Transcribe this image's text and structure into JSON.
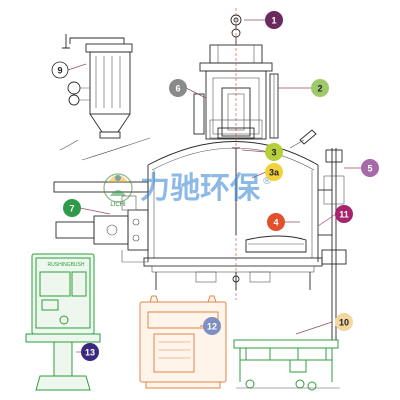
{
  "callouts": [
    {
      "id": "1",
      "label": "1",
      "color": "#6a2a5e"
    },
    {
      "id": "2",
      "label": "2",
      "color": "#9ec86a"
    },
    {
      "id": "3",
      "label": "3",
      "color": "#b6cf3a"
    },
    {
      "id": "3a",
      "label": "3a",
      "color": "#f2d23a"
    },
    {
      "id": "4",
      "label": "4",
      "color": "#e0512c"
    },
    {
      "id": "5",
      "label": "5",
      "color": "#a66aa8"
    },
    {
      "id": "6",
      "label": "6",
      "color": "#8a8a8a"
    },
    {
      "id": "7",
      "label": "7",
      "color": "#2f9a4a"
    },
    {
      "id": "9",
      "label": "9",
      "color": "#ffffff"
    },
    {
      "id": "10",
      "label": "10",
      "color": "#f2d8a0"
    },
    {
      "id": "11",
      "label": "11",
      "color": "#a6246e"
    },
    {
      "id": "12",
      "label": "12",
      "color": "#7f8fc2"
    },
    {
      "id": "13",
      "label": "13",
      "color": "#3a2a7e"
    }
  ],
  "watermark": {
    "text": "力驰环保",
    "registered": "®",
    "logo_sub": "LICHI"
  },
  "control_panel": {
    "brand": "RUSHINGBUSH"
  },
  "colors": {
    "line": "#2a2a2a",
    "panel_green": "#2e9e3e",
    "cabinet_orange": "#e2844a",
    "watermark_blue": "#2f7fd0"
  }
}
